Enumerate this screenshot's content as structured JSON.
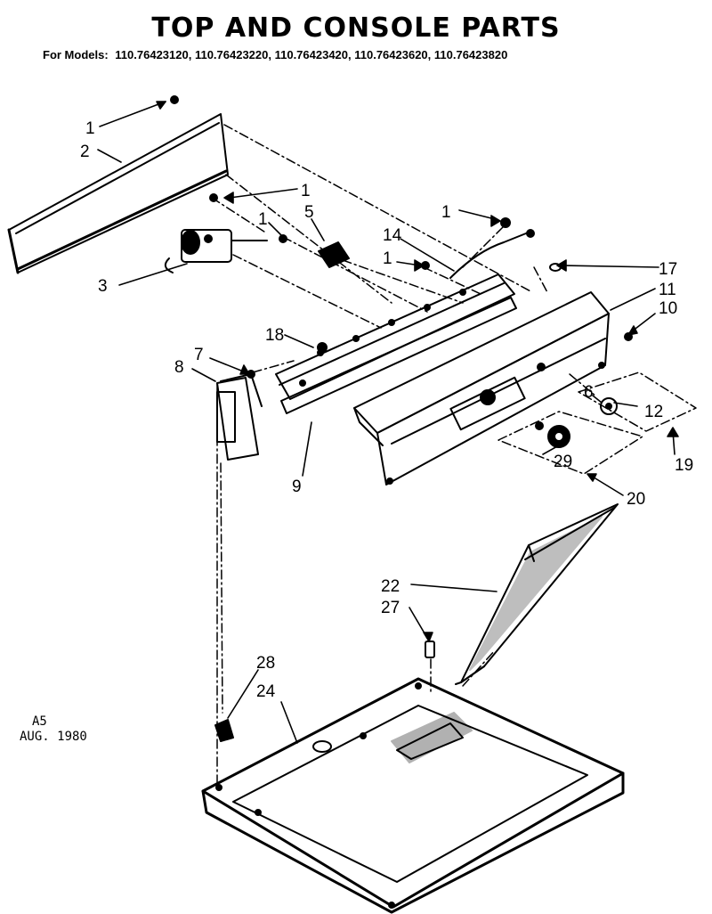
{
  "title": "TOP AND CONSOLE PARTS",
  "models": {
    "prefix": "For Models:",
    "list": "110.76423120,  110.76423220, 110.76423420,  110.76423620, 110.76423820"
  },
  "stamp": {
    "revision": "A5",
    "date": "AUG. 1980"
  },
  "callouts": {
    "c1a": "1",
    "c2": "2",
    "c1b": "1",
    "c1c": "1",
    "c5": "5",
    "c3": "3",
    "c1d": "1",
    "c14": "14",
    "c1e": "1",
    "c17": "17",
    "c11": "11",
    "c10": "10",
    "c18": "18",
    "c7": "7",
    "c8": "8",
    "c9": "9",
    "c6": "6",
    "c12": "12",
    "c29": "29",
    "c19": "19",
    "c20": "20",
    "c22": "22",
    "c27": "27",
    "c28": "28",
    "c24": "24"
  }
}
